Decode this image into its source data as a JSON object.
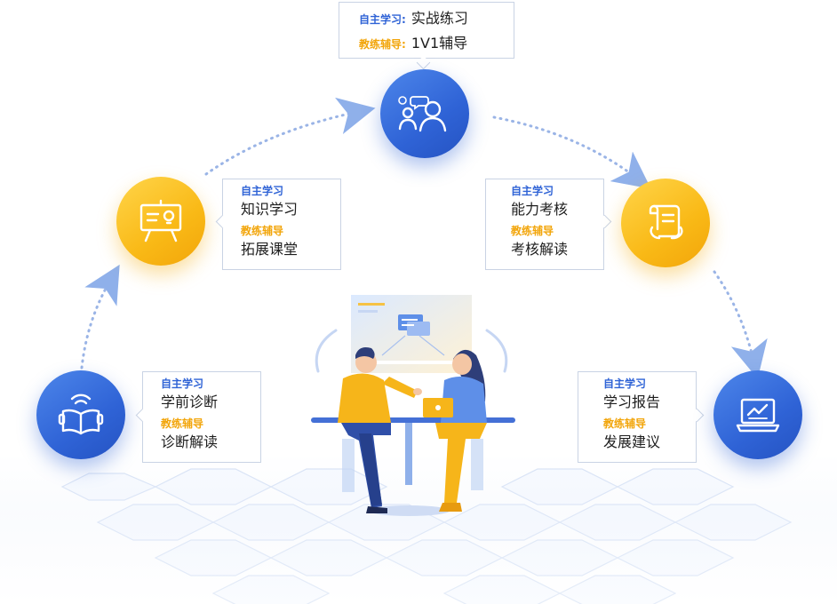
{
  "stages": {
    "pre_diagnosis": {
      "self_label": "自主学习",
      "self_value": "学前诊断",
      "coach_label": "教练辅导",
      "coach_value": "诊断解读"
    },
    "knowledge": {
      "self_label": "自主学习",
      "self_value": "知识学习",
      "coach_label": "教练辅导",
      "coach_value": "拓展课堂"
    },
    "practice": {
      "self_label": "自主学习:",
      "self_value": "实战练习",
      "coach_label": "教练辅导:",
      "coach_value": "1V1辅导"
    },
    "assessment": {
      "self_label": "自主学习",
      "self_value": "能力考核",
      "coach_label": "教练辅导",
      "coach_value": "考核解读"
    },
    "report": {
      "self_label": "自主学习",
      "self_value": "学习报告",
      "coach_label": "教练辅导",
      "coach_value": "发展建议"
    }
  },
  "icons": {
    "pre_diagnosis": "audio-book-icon",
    "knowledge": "presentation-board-icon",
    "practice": "discussion-people-icon",
    "assessment": "scroll-cycle-icon",
    "report": "laptop-chart-icon"
  },
  "colors": {
    "blue": "#2f63d6",
    "yellow": "#f9b916",
    "card_border": "#c9d3e4",
    "arrow": "#9ab4e6"
  }
}
